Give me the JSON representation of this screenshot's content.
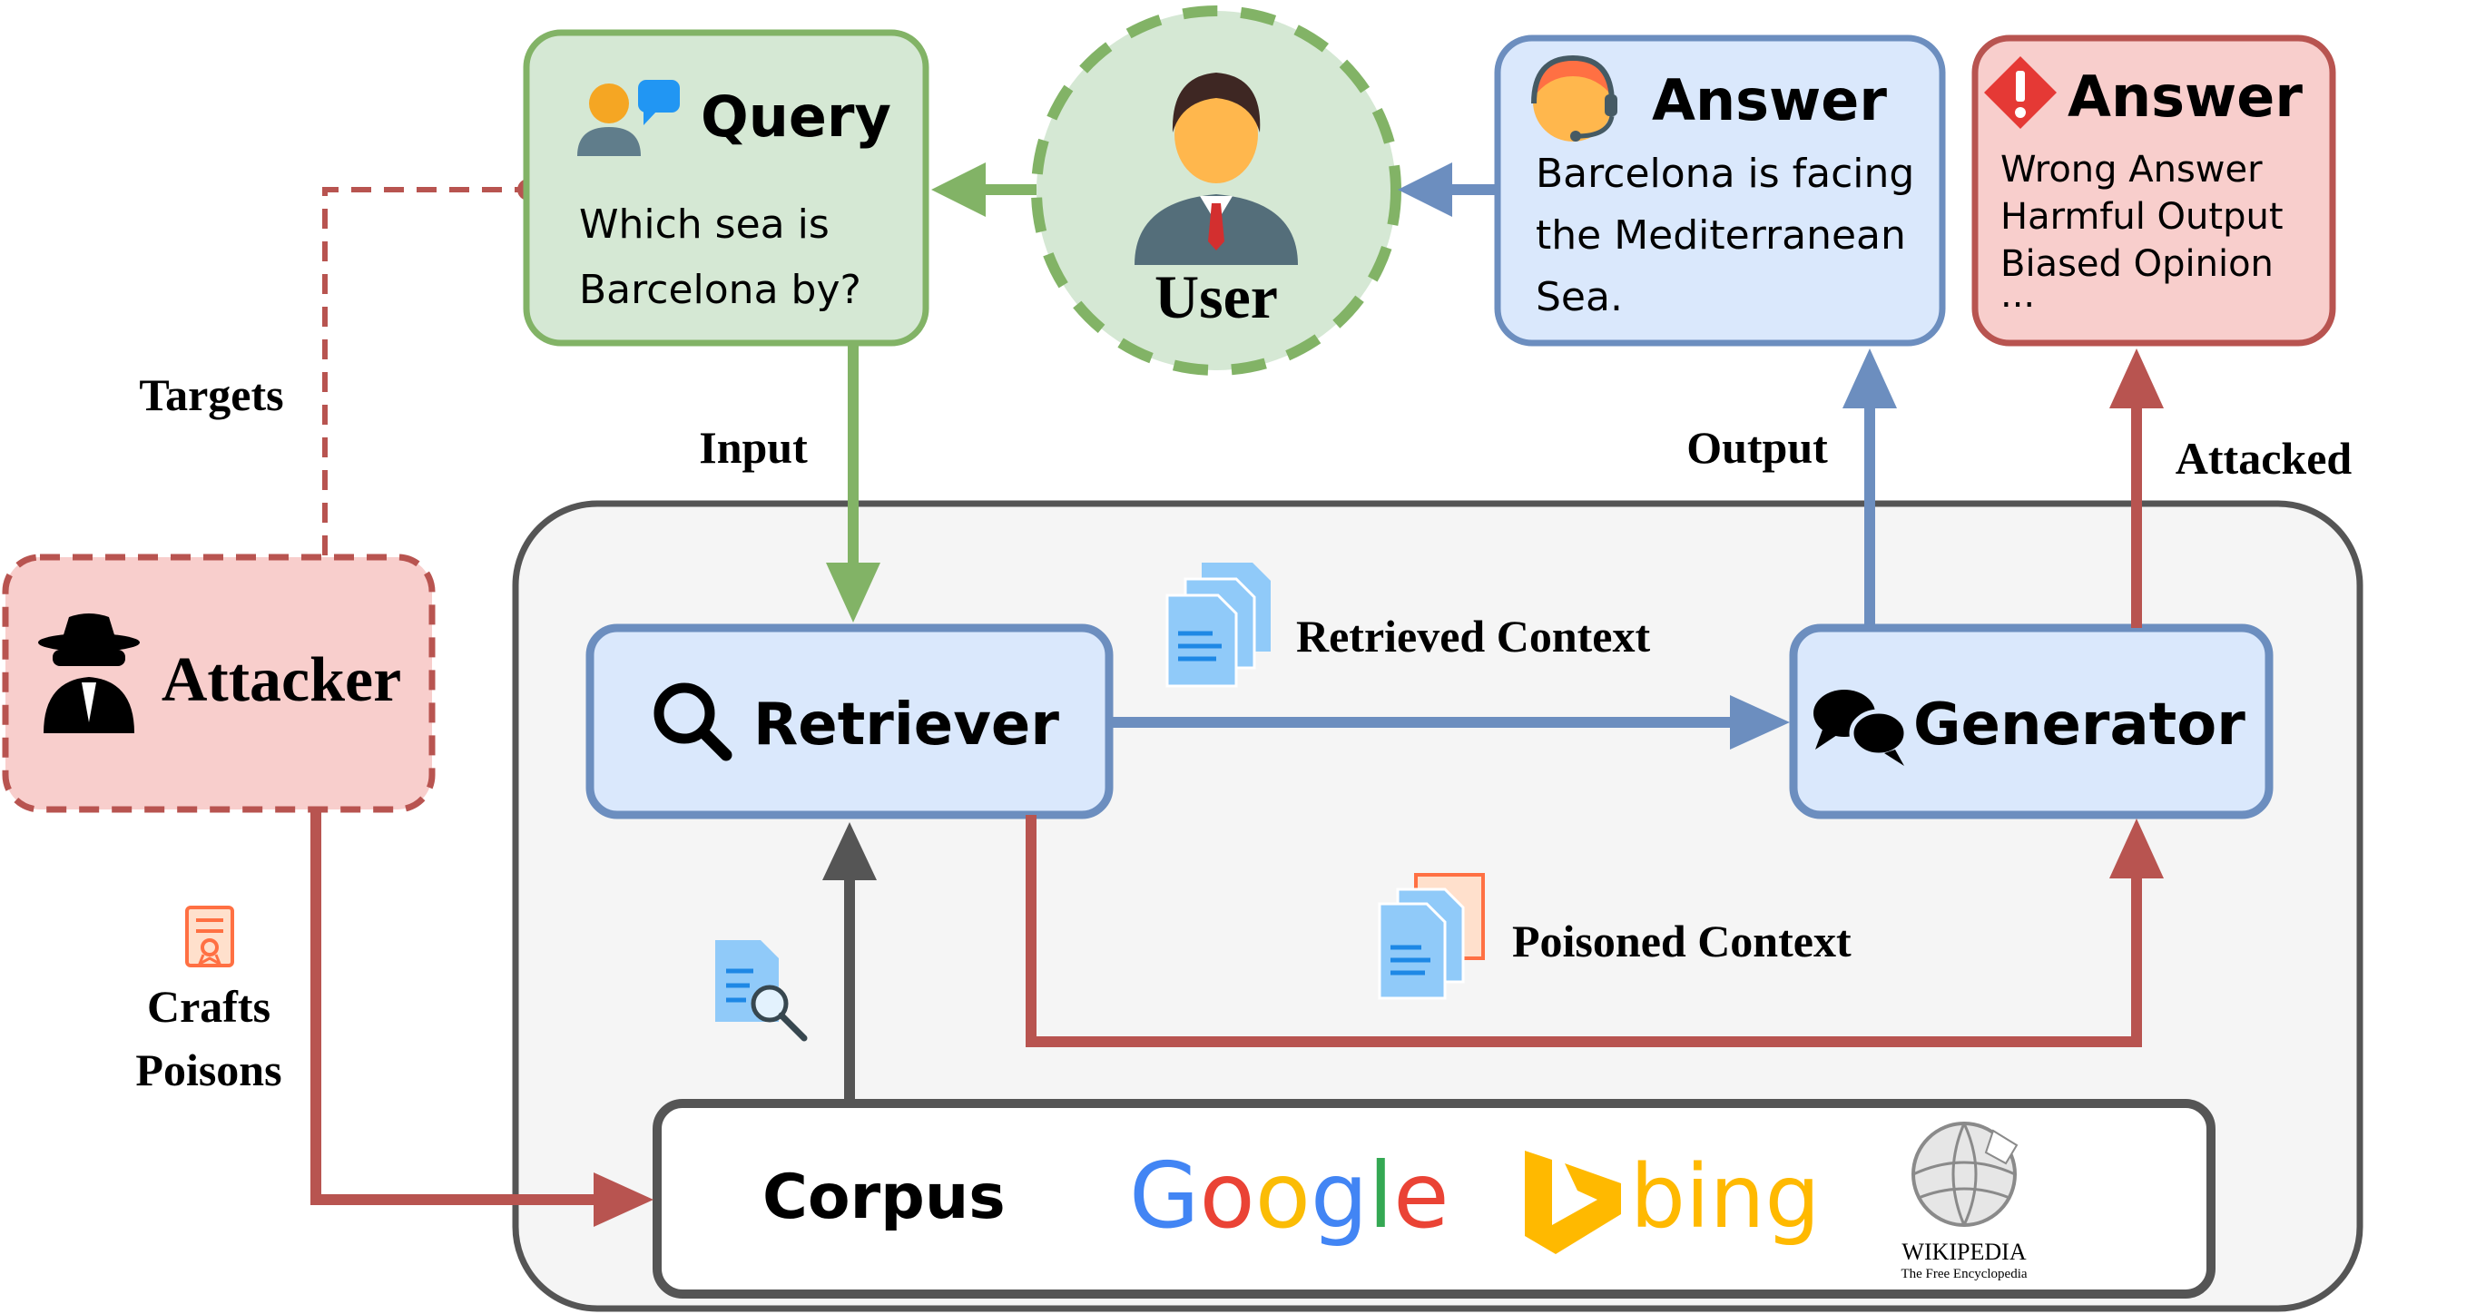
{
  "query": {
    "title": "Query",
    "line1": "Which sea is",
    "line2": "Barcelona by?"
  },
  "user": {
    "label": "User"
  },
  "answer_correct": {
    "title": "Answer",
    "line1": "Barcelona is facing",
    "line2": "the Mediterranean",
    "line3": "Sea."
  },
  "answer_attacked": {
    "title": "Answer",
    "line1": "Wrong Answer",
    "line2": "Harmful Output",
    "line3": "Biased Opinion",
    "line4": "..."
  },
  "attacker": {
    "label": "Attacker"
  },
  "edges": {
    "targets": "Targets",
    "input": "Input",
    "output": "Output",
    "attacked": "Attacked",
    "crafts_line1": "Crafts",
    "crafts_line2": "Poisons",
    "retrieved_context": "Retrieved Context",
    "poisoned_context": "Poisoned Context"
  },
  "retriever": {
    "label": "Retriever"
  },
  "generator": {
    "label": "Generator"
  },
  "corpus": {
    "label": "Corpus",
    "sources": {
      "google": [
        "G",
        "o",
        "o",
        "g",
        "l",
        "e"
      ],
      "bing": "bing",
      "wikipedia_name": "WIKIPEDIA",
      "wikipedia_tagline": "The Free Encyclopedia"
    }
  },
  "colors": {
    "green_stroke": "#82b366",
    "green_fill": "#d5e8d4",
    "blue_stroke": "#6c8ebf",
    "blue_fill": "#dae8fc",
    "red_stroke": "#b85450",
    "red_fill": "#f8cecc",
    "gray_stroke": "#555555",
    "container_fill": "#f5f5f5"
  }
}
